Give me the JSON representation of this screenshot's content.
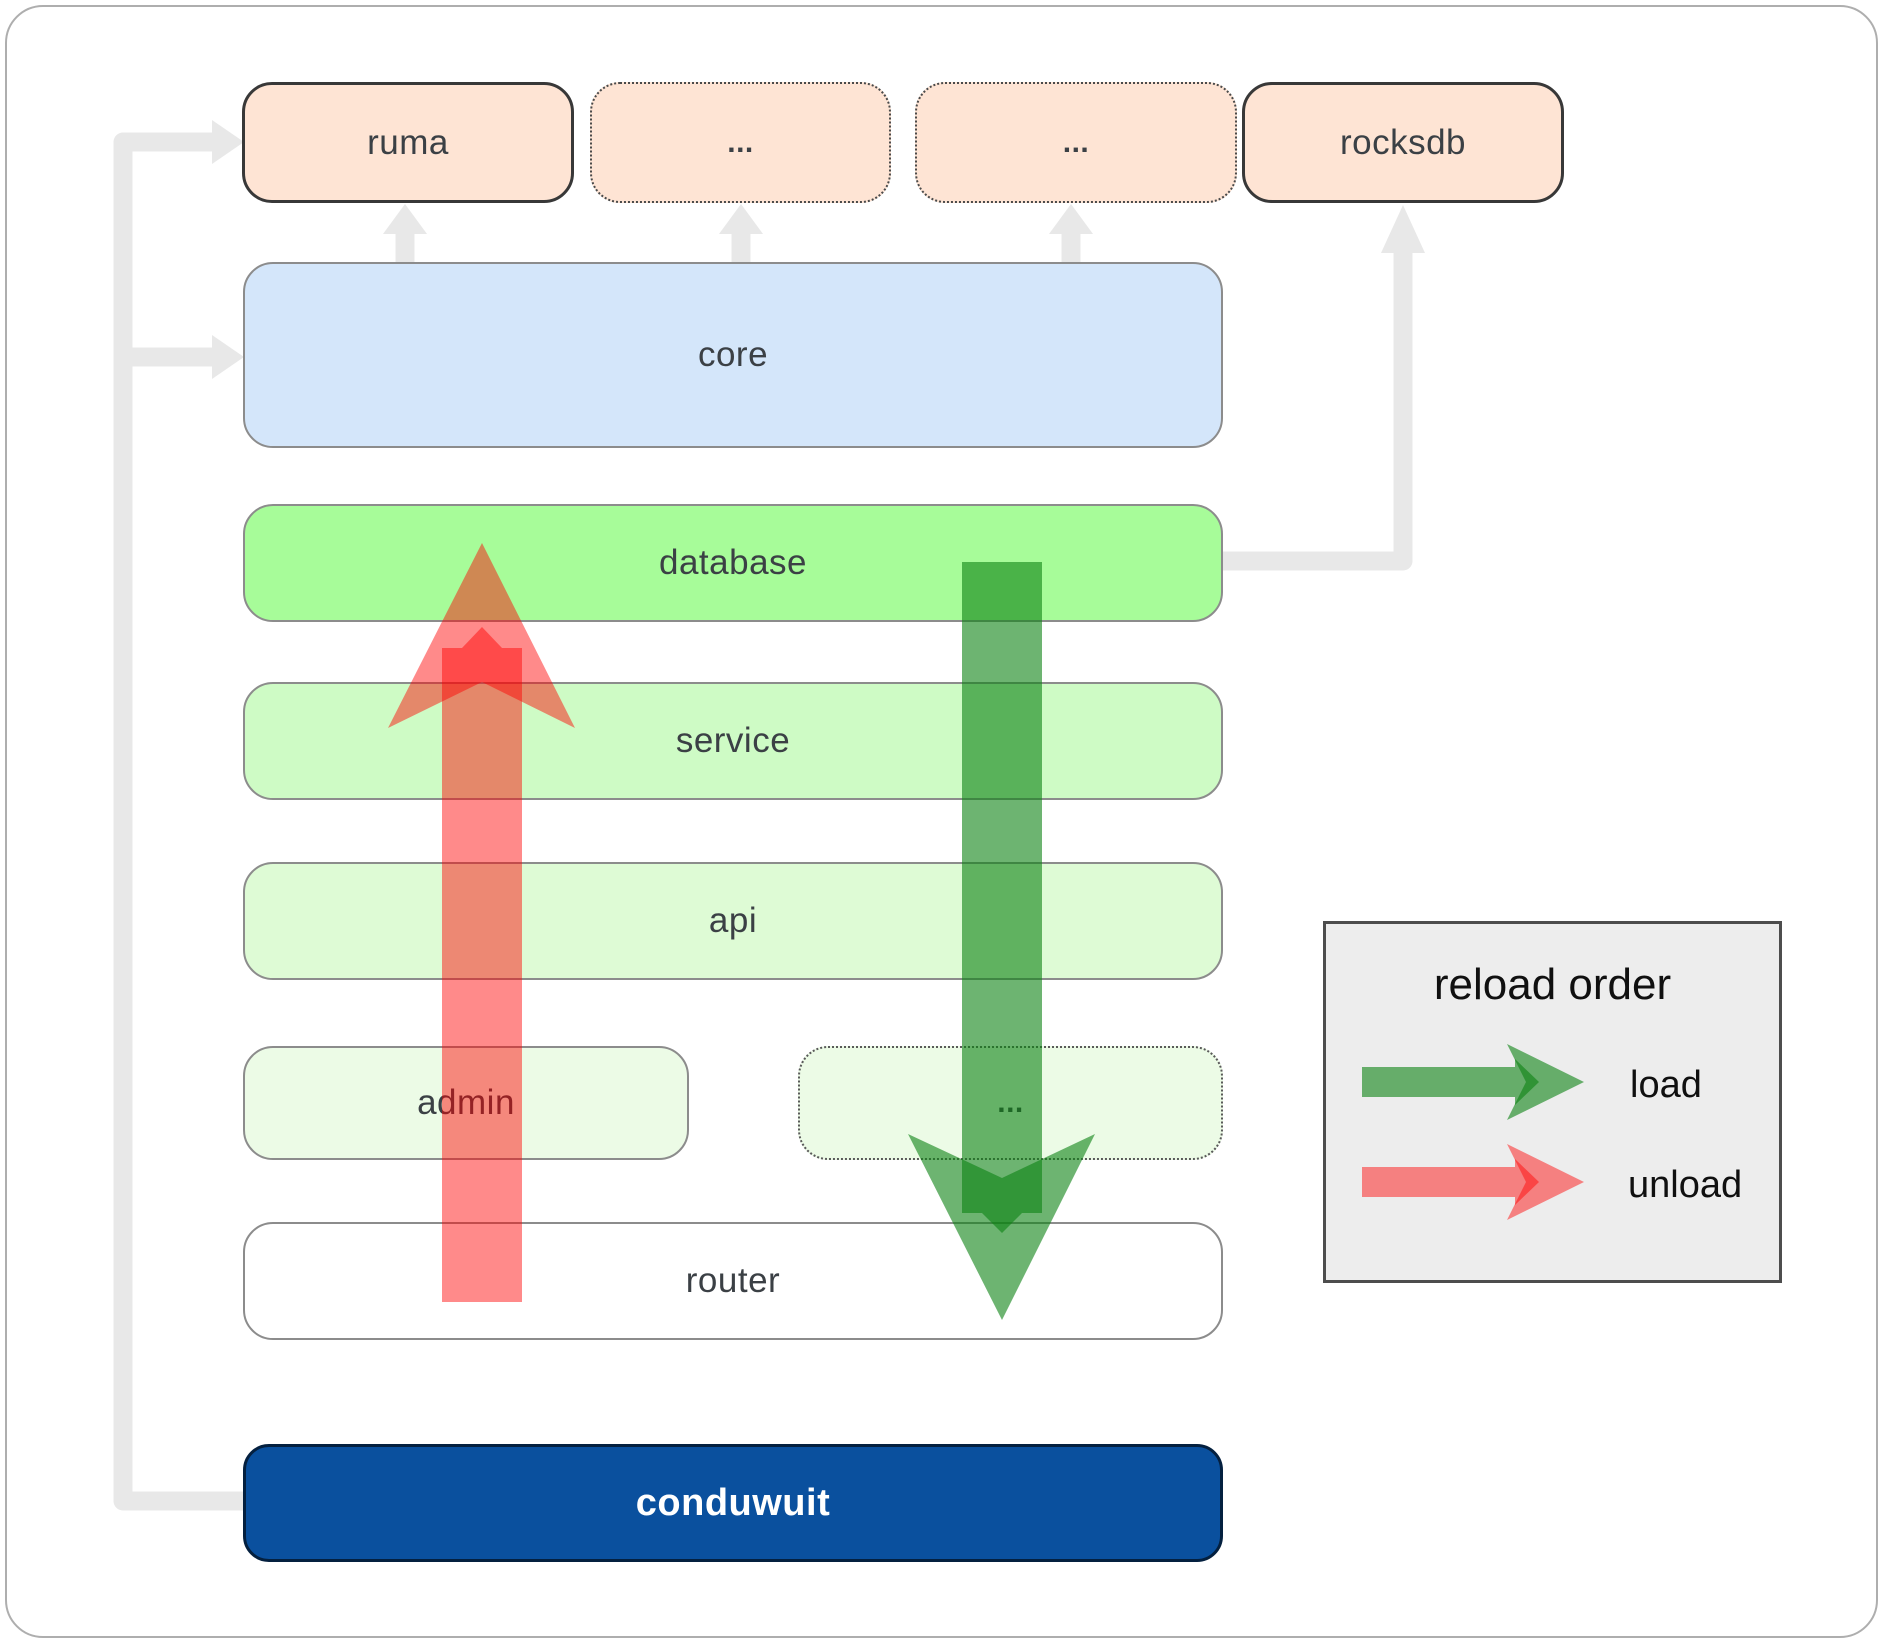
{
  "diagram": {
    "top_row": {
      "ruma": "ruma",
      "ellipsis1": "...",
      "ellipsis2": "...",
      "rocksdb": "rocksdb"
    },
    "layers": {
      "core": "core",
      "database": "database",
      "service": "service",
      "api": "api",
      "admin": "admin",
      "admin_ellipsis": "...",
      "router": "router",
      "conduwuit": "conduwuit"
    },
    "legend": {
      "title": "reload order",
      "load_label": "load",
      "unload_label": "unload"
    },
    "colors": {
      "peach": "#fee4d4",
      "core_blue": "#d4e6fa",
      "database_green": "#a7fc99",
      "service_green": "#cefbc5",
      "api_green": "#defbd5",
      "admin_green": "#ecfbe6",
      "conduwuit_blue": "#0a509e",
      "connector_gray": "#e8e8e8",
      "load_green": "#0b8213",
      "unload_red": "#ff0000",
      "legend_bg": "#ededed"
    }
  }
}
